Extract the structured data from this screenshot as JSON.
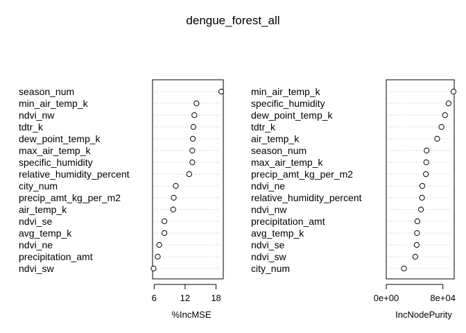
{
  "title": "dengue_forest_all",
  "chart_data": [
    {
      "type": "scatter",
      "subtype": "dotchart",
      "xlabel": "%IncMSE",
      "xticks": [
        "6",
        "12",
        "18"
      ],
      "xtick_values": [
        6,
        12,
        18
      ],
      "xlim": [
        5.7,
        19.4
      ],
      "categories": [
        "season_num",
        "min_air_temp_k",
        "ndvi_nw",
        "tdtr_k",
        "dew_point_temp_k",
        "max_air_temp_k",
        "specific_humidity",
        "relative_humidity_percent",
        "city_num",
        "precip_amt_kg_per_m2",
        "air_temp_k",
        "ndvi_se",
        "avg_temp_k",
        "ndvi_ne",
        "precipitation_amt",
        "ndvi_sw"
      ],
      "values": [
        19.0,
        14.2,
        13.8,
        13.6,
        13.5,
        13.4,
        13.4,
        12.8,
        10.2,
        9.8,
        9.7,
        8.0,
        8.0,
        7.0,
        6.7,
        5.9
      ],
      "grid": "dotted-rows"
    },
    {
      "type": "scatter",
      "subtype": "dotchart",
      "xlabel": "IncNodePurity",
      "xticks": [
        "0e+00",
        "8e+04"
      ],
      "xtick_values": [
        0,
        80000
      ],
      "xlim": [
        0,
        96000
      ],
      "categories": [
        "min_air_temp_k",
        "specific_humidity",
        "dew_point_temp_k",
        "tdtr_k",
        "air_temp_k",
        "season_num",
        "max_air_temp_k",
        "precip_amt_kg_per_m2",
        "ndvi_ne",
        "relative_humidity_percent",
        "ndvi_nw",
        "precipitation_amt",
        "avg_temp_k",
        "ndvi_se",
        "ndvi_sw",
        "city_num"
      ],
      "values": [
        95000,
        88000,
        83000,
        78000,
        72000,
        57000,
        56500,
        56000,
        51000,
        50500,
        49000,
        44000,
        43500,
        43000,
        41000,
        25000
      ],
      "grid": "dotted-rows"
    }
  ]
}
